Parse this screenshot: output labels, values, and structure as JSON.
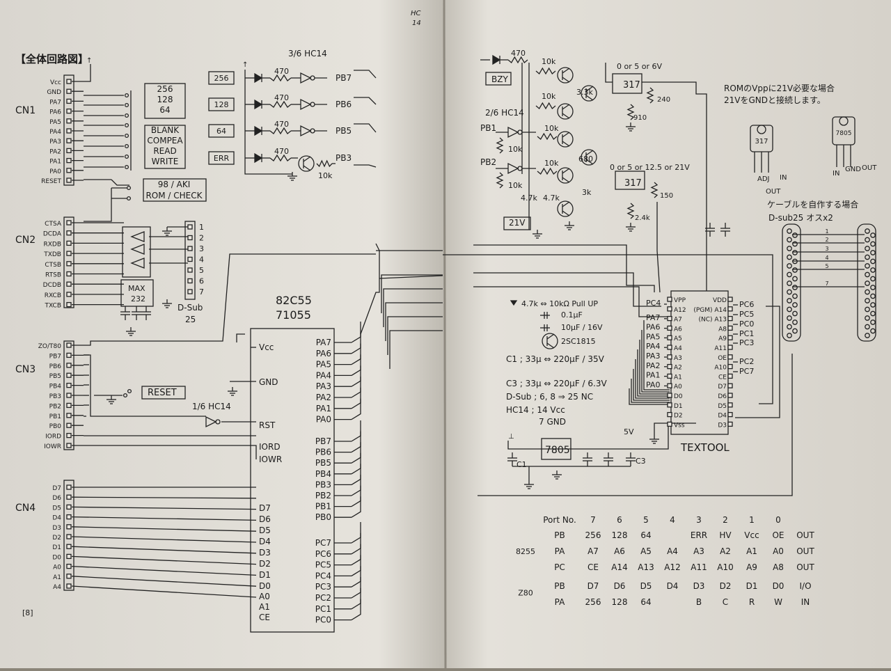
{
  "left_page": {
    "section_title": "【全体回路図】",
    "page_number": "[8]",
    "connectors": {
      "cn1": {
        "label": "CN1",
        "pins": [
          "Vcc",
          "GND",
          "PA7",
          "PA6",
          "PA5",
          "PA4",
          "PA3",
          "PA2",
          "PA1",
          "PA0",
          "RESET"
        ]
      },
      "cn2": {
        "label": "CN2",
        "pins": [
          "CTSA",
          "DCDA",
          "RXDB",
          "TXDB",
          "CTSB",
          "RTSB",
          "DCDB",
          "RXCB",
          "TXCB"
        ]
      },
      "cn3": {
        "label": "CN3",
        "pins": [
          "ZO/T80",
          "PB7",
          "PB6",
          "PB5",
          "PB4",
          "PB3",
          "PB2",
          "PB1",
          "PB0",
          "IORD",
          "IOWR"
        ]
      },
      "cn4": {
        "label": "CN4",
        "pins": [
          "D7",
          "D6",
          "D5",
          "D4",
          "D3",
          "D2",
          "D1",
          "D0",
          "A0",
          "A1",
          "A4"
        ]
      }
    },
    "switch_labels": [
      "256",
      "128",
      "64",
      "BLANK",
      "COMPEA",
      "READ",
      "WRITE"
    ],
    "mode_switch_labels": [
      "98 / AKI",
      "ROM / CHECK"
    ],
    "led_section": {
      "title": "3/6  HC14",
      "boxes": [
        "256",
        "128",
        "64",
        "ERR"
      ],
      "resistor": "470",
      "ports": [
        "PB7",
        "PB6",
        "PB5",
        "PB3"
      ],
      "base_resistor": "10k"
    },
    "max232": {
      "name_top": "MAX",
      "name_bottom": "232"
    },
    "dsub": {
      "pins": [
        "1",
        "2",
        "3",
        "4",
        "5",
        "6",
        "7"
      ],
      "label_top": "D-Sub",
      "label_bottom": "25"
    },
    "ppi": {
      "name_line1": "82C55",
      "name_line2": "71055",
      "left_pins": [
        "Vcc",
        "GND",
        "RST",
        "IORD",
        "IOWR",
        "D7",
        "D6",
        "D5",
        "D4",
        "D3",
        "D2",
        "D1",
        "D0",
        "A0",
        "A1",
        "CE"
      ],
      "right_pins": [
        "PA7",
        "PA6",
        "PA5",
        "PA4",
        "PA3",
        "PA2",
        "PA1",
        "PA0",
        "PB7",
        "PB6",
        "PB5",
        "PB4",
        "PB3",
        "PB2",
        "PB1",
        "PB0",
        "PC7",
        "PC6",
        "PC5",
        "PC4",
        "PC3",
        "PC2",
        "PC1",
        "PC0"
      ]
    },
    "reset_button_label": "RESET",
    "hc14_reset": "1/6  HC14",
    "handwritten_top": [
      "HC",
      "14"
    ]
  },
  "right_page": {
    "bzy_label": "BZY",
    "hc14_label": "2/6  HC14",
    "pb_inputs": [
      "PB1",
      "PB2"
    ],
    "resistor_labels": [
      "470",
      "10k",
      "10k",
      "3.3k",
      "10k",
      "10k",
      "10k",
      "10k",
      "680",
      "3k",
      "4.7k",
      "4.7k",
      "240",
      "910",
      "150",
      "2.4k"
    ],
    "vreg_upper": {
      "chip": "317",
      "note": "0 or 5 or 6V"
    },
    "vreg_lower": {
      "chip": "317",
      "note": "0 or 5 or 12.5 or 21V"
    },
    "label_21v": "21V",
    "note_jp_line1": "ROMのVppに21V必要な場合",
    "note_jp_line2": "21VをGNDと接続します。",
    "to92_labels": [
      "317",
      "7805"
    ],
    "to92_pins_left": [
      "ADJ",
      "IN",
      "OUT"
    ],
    "to92_pins_right": [
      "IN",
      "GND",
      "OUT"
    ],
    "cable_title_line1": "ケーブルを自作する場合",
    "cable_title_line2": "D-sub25  オスx2",
    "cable_pins": [
      "1",
      "2",
      "3",
      "4",
      "5",
      "7"
    ],
    "legend": [
      "4.7k ⇔ 10kΩ Pull UP",
      "0.1μF",
      "10μF / 16V",
      "2SC1815",
      "C1 ; 33μ ⇔ 220μF / 35V",
      "C3 ; 33μ ⇔ 220μF / 6.3V",
      "D-Sub ; 6, 8 ⇒ 25 NC",
      "HC14 ; 14 Vcc",
      "7 GND"
    ],
    "reg_7805": "7805",
    "c1_label": "C1",
    "c3_label": "C3",
    "v5_label": "5V",
    "textool": {
      "label": "TEXTOOL",
      "left_pins": [
        "VPP",
        "A12",
        "A7",
        "A6",
        "A5",
        "A4",
        "A3",
        "A2",
        "A1",
        "A0",
        "D0",
        "D1",
        "D2",
        "Vss"
      ],
      "right_pins": [
        "VDD",
        "(PGM) A14",
        "(NC) A13",
        "A8",
        "A9",
        "A11",
        "OE",
        "A10",
        "CE",
        "D7",
        "D6",
        "D5",
        "D4",
        "D3"
      ],
      "left_ports": [
        "PC4",
        "PA7",
        "PA6",
        "PA5",
        "PA4",
        "PA3",
        "PA2",
        "PA1",
        "PA0"
      ],
      "right_ports": [
        "PC6",
        "PC5",
        "PC0",
        "PC1",
        "PC3",
        "PC2",
        "PC7"
      ]
    },
    "port_table": {
      "header": [
        "Port No.",
        "7",
        "6",
        "5",
        "4",
        "3",
        "2",
        "1",
        "0",
        ""
      ],
      "rows": [
        {
          "group": "8255",
          "port": "PB",
          "cells": [
            "256",
            "128",
            "64",
            "",
            "ERR",
            "HV",
            "Vcc",
            "OE",
            "OUT"
          ]
        },
        {
          "group": "",
          "port": "PA",
          "cells": [
            "A7",
            "A6",
            "A5",
            "A4",
            "A3",
            "A2",
            "A1",
            "A0",
            "OUT"
          ]
        },
        {
          "group": "",
          "port": "PC",
          "cells": [
            "CE",
            "A14",
            "A13",
            "A12",
            "A11",
            "A10",
            "A9",
            "A8",
            "OUT"
          ]
        },
        {
          "group": "Z80",
          "port": "PB",
          "cells": [
            "D7",
            "D6",
            "D5",
            "D4",
            "D3",
            "D2",
            "D1",
            "D0",
            "I/O"
          ]
        },
        {
          "group": "",
          "port": "PA",
          "cells": [
            "256",
            "128",
            "64",
            "",
            "B",
            "C",
            "R",
            "W",
            "IN"
          ]
        }
      ]
    }
  }
}
